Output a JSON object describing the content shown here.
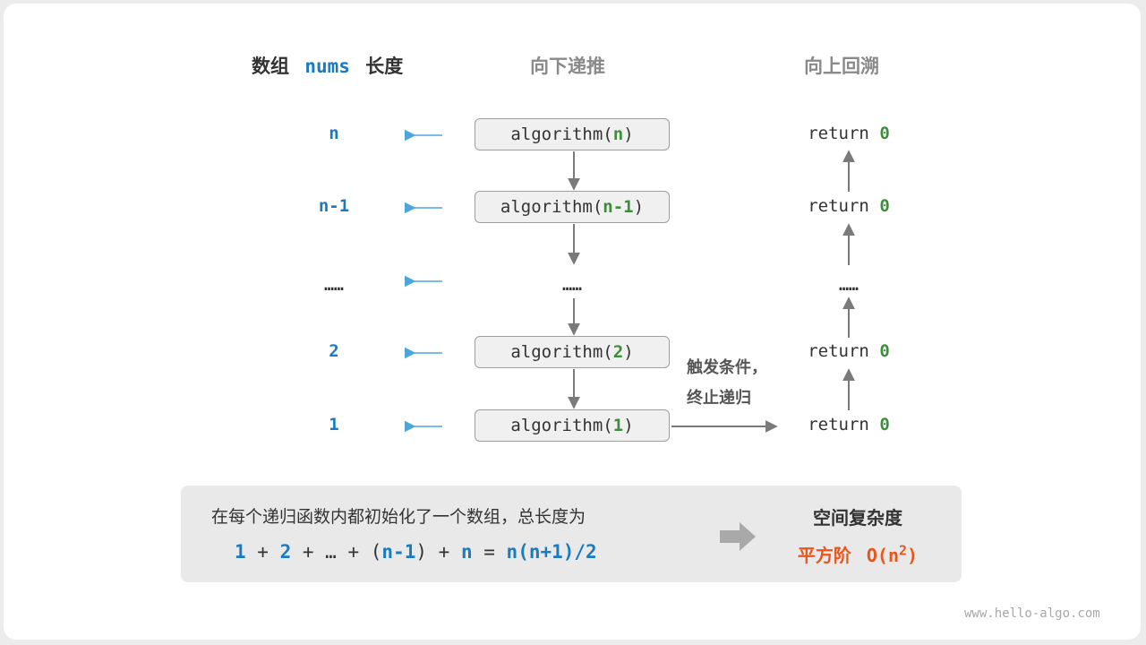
{
  "headers": {
    "array_length_prefix": "数组",
    "array_length_var": "nums",
    "array_length_suffix": "长度",
    "recurse_down": "向下递推",
    "backtrack_up": "向上回溯"
  },
  "rows": [
    {
      "len": "n",
      "call_prefix": "algorithm(",
      "call_arg": "n",
      "call_suffix": ")",
      "ret_prefix": "return ",
      "ret_value": "0"
    },
    {
      "len": "n-1",
      "call_prefix": "algorithm(",
      "call_arg": "n-1",
      "call_suffix": ")",
      "ret_prefix": "return ",
      "ret_value": "0"
    },
    {
      "len": "……",
      "call_dots": "……",
      "ret_dots": "……"
    },
    {
      "len": "2",
      "call_prefix": "algorithm(",
      "call_arg": "2",
      "call_suffix": ")",
      "ret_prefix": "return ",
      "ret_value": "0"
    },
    {
      "len": "1",
      "call_prefix": "algorithm(",
      "call_arg": "1",
      "call_suffix": ")",
      "ret_prefix": "return ",
      "ret_value": "0"
    }
  ],
  "termination_note": {
    "line1": "触发条件，",
    "line2": "终止递归"
  },
  "summary": {
    "description": "在每个递归函数内都初始化了一个数组，总长度为",
    "formula": {
      "t1": "1",
      "p1": " + ",
      "t2": "2",
      "p2": " + … + ",
      "lp": "(",
      "t3": "n-1",
      "rp": ")",
      "p3": " + ",
      "t4": "n",
      "eq": " = ",
      "result": "n(n+1)/2"
    },
    "space_complexity_title": "空间复杂度",
    "space_complexity_label": "平方阶",
    "space_complexity_value_prefix": "O(n",
    "space_complexity_exponent": "2",
    "space_complexity_value_suffix": ")"
  },
  "watermark": "www.hello-algo.com",
  "colors": {
    "blue": "#1c7bbf",
    "green": "#3f8d3c",
    "orange": "#e8561c",
    "arrow_blue": "#4ea5dc",
    "arrow_gray": "#7a7a7a"
  }
}
